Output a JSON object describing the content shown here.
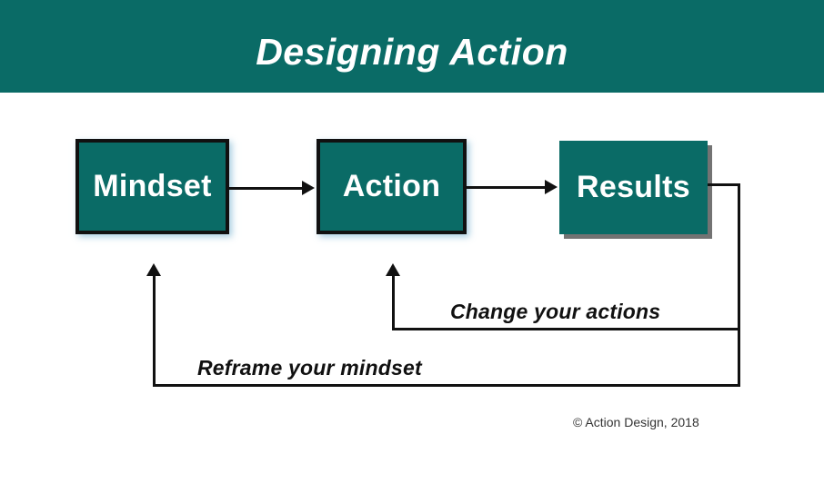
{
  "slide": {
    "title": "Designing Action",
    "header_color": "#0A6B66",
    "background_color": "#FFFFFF",
    "line_color": "#111111",
    "credit": "© Action Design, 2018"
  },
  "diagram": {
    "type": "flow",
    "nodes": [
      {
        "id": "mindset",
        "label": "Mindset",
        "fill": "#0A6B66",
        "text_color": "#FFFFFF",
        "style": "bordered"
      },
      {
        "id": "action",
        "label": "Action",
        "fill": "#0A6B66",
        "text_color": "#FFFFFF",
        "style": "bordered"
      },
      {
        "id": "results",
        "label": "Results",
        "fill": "#0A6B66",
        "text_color": "#FFFFFF",
        "style": "shadowed"
      }
    ],
    "edges": [
      {
        "from": "mindset",
        "to": "action",
        "label": ""
      },
      {
        "from": "action",
        "to": "results",
        "label": ""
      },
      {
        "from": "results",
        "to": "action",
        "label": "Change your actions"
      },
      {
        "from": "results",
        "to": "mindset",
        "label": "Reframe your mindset"
      }
    ],
    "labels": {
      "change_actions": "Change your actions",
      "reframe_mindset": "Reframe your mindset"
    }
  }
}
